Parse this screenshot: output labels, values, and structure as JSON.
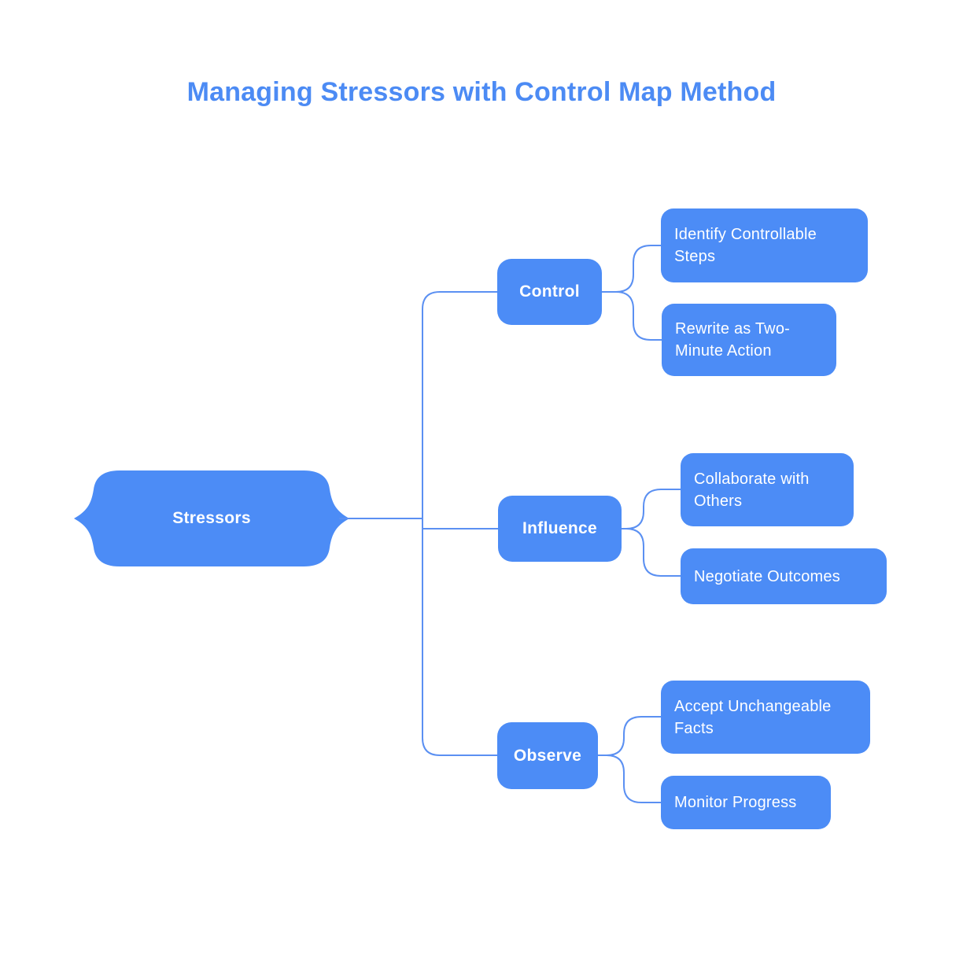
{
  "title": "Managing Stressors with Control Map Method",
  "colors": {
    "background": "#FFFFFF",
    "node_fill": "#4C8CF6",
    "node_text": "#FFFFFF",
    "connector": "#5B90F2",
    "title_text": "#4C8BF4"
  },
  "root": {
    "label": "Stressors"
  },
  "branches": [
    {
      "label": "Control",
      "children": [
        {
          "label": "Identify Controllable Steps"
        },
        {
          "label": "Rewrite as Two-Minute Action"
        }
      ]
    },
    {
      "label": "Influence",
      "children": [
        {
          "label": "Collaborate with Others"
        },
        {
          "label": "Negotiate Outcomes"
        }
      ]
    },
    {
      "label": "Observe",
      "children": [
        {
          "label": "Accept Unchangeable Facts"
        },
        {
          "label": "Monitor Progress"
        }
      ]
    }
  ]
}
